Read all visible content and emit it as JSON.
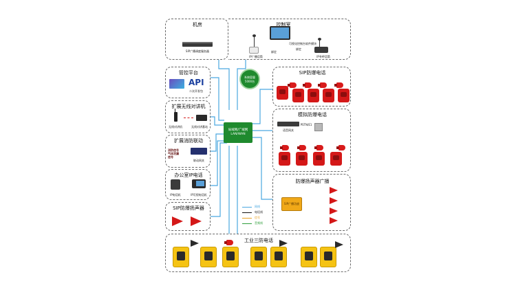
{
  "engine_room": {
    "title": "机房",
    "server_label": "SIP广播调度服务器"
  },
  "control_room": {
    "title": "控制室",
    "software_label": "可视化控制台软件模块",
    "ip_broadcast_label": "IP广播话筒",
    "ip_paging_label": "IP寻呼话筒",
    "bind_label_1": "绑定",
    "bind_label_2": "绑定"
  },
  "management": {
    "title": "管控平台",
    "api_text": "API",
    "api_sub": "二次开发包"
  },
  "wireless": {
    "title": "扩展无线对讲机",
    "walkie_label": "无线对讲机",
    "base_label": "无线对讲基站"
  },
  "fire": {
    "title": "扩展消防联动",
    "signal_label": "消防信号\n气体泄漏\n信号",
    "gateway_label": "联动网关"
  },
  "office": {
    "title": "办公室IP电话",
    "ip_phone_label": "IP电话机",
    "video_phone_label": "IP可视电话机"
  },
  "sip_speaker": {
    "title": "SIP防爆扬声器"
  },
  "network": {
    "label_line1": "局域网/广域网",
    "label_line2": "LAN/WAN"
  },
  "capacity": {
    "line1": "系统容量",
    "line2": "5000台"
  },
  "sip_phone": {
    "title": "SIP防爆电话"
  },
  "analog": {
    "title": "模拟防爆电话",
    "pstn_label": "PSTN/E1",
    "gateway_label": "语音网关"
  },
  "speaker_broadcast": {
    "title": "防爆扬声器广播",
    "amp_label": "SIP广播功放"
  },
  "industrial": {
    "title": "工业三防电话"
  },
  "legend": {
    "items": [
      {
        "label": "网线",
        "color": "#4aa8e0"
      },
      {
        "label": "电话线",
        "color": "#111111"
      },
      {
        "label": "信号",
        "color": "#e8a020"
      },
      {
        "label": "音频线",
        "color": "#2e9e3a"
      }
    ]
  },
  "colors": {
    "network": "#4aa8e0",
    "hub": "#1f8a2e",
    "phone": "#d41818",
    "industrial": "#f5c313"
  }
}
